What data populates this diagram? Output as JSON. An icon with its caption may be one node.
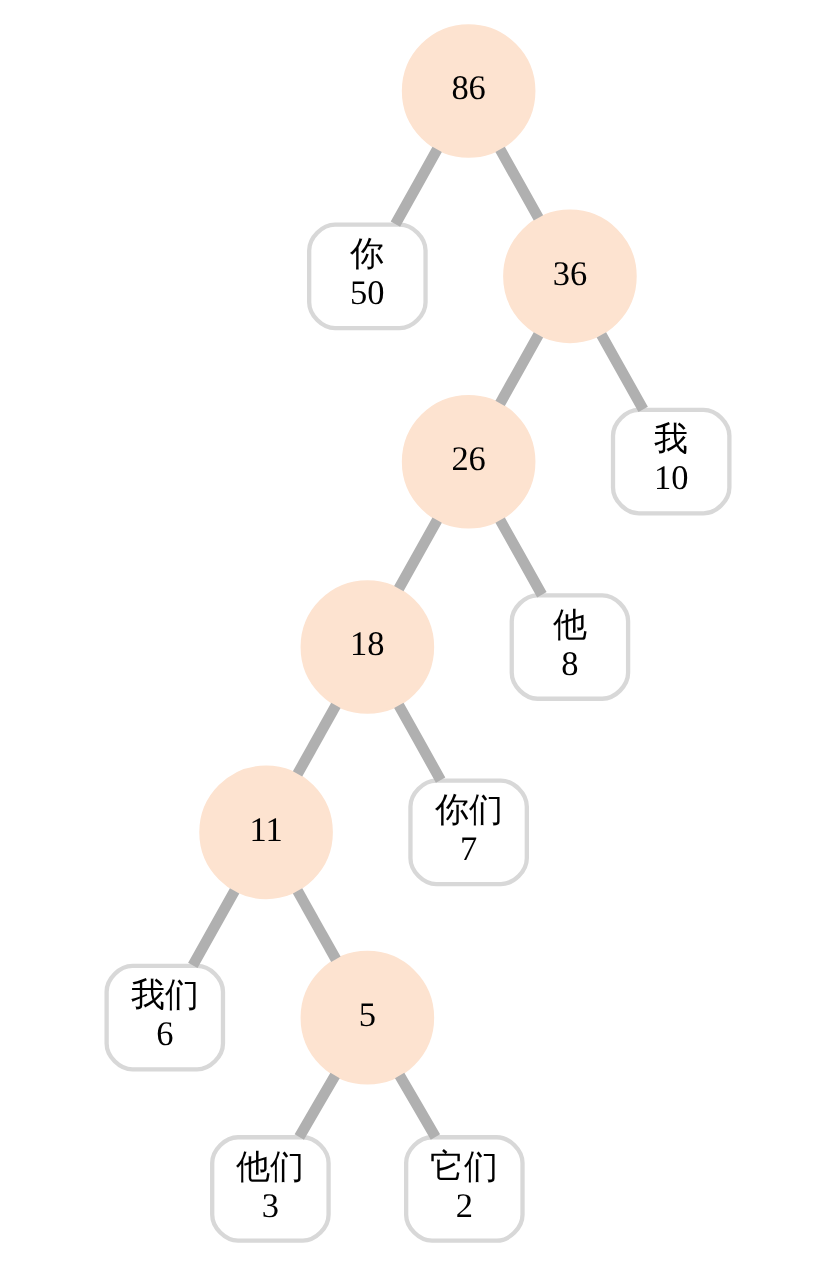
{
  "diagram": {
    "nodes": [
      {
        "text": [
          "86"
        ]
      },
      {
        "text": [
          "你",
          "50"
        ]
      },
      {
        "text": [
          "36"
        ]
      },
      {
        "text": [
          "26"
        ]
      },
      {
        "text": [
          "我",
          "10"
        ]
      },
      {
        "text": [
          "18"
        ]
      },
      {
        "text": [
          "他",
          "8"
        ]
      },
      {
        "text": [
          "11"
        ]
      },
      {
        "text": [
          "你们",
          "7"
        ]
      },
      {
        "text": [
          "我们",
          "6"
        ]
      },
      {
        "text": [
          "5"
        ]
      },
      {
        "text": [
          "他们",
          "3"
        ]
      },
      {
        "text": [
          "它们",
          "2"
        ]
      }
    ],
    "edges": [
      {
        "from": 0,
        "to": 1,
        "arrow": "none"
      },
      {
        "from": 0,
        "to": 2,
        "arrow": "none"
      },
      {
        "from": 2,
        "to": 3,
        "arrow": "none"
      },
      {
        "from": 2,
        "to": 4,
        "arrow": "none"
      },
      {
        "from": 3,
        "to": 5,
        "arrow": "none"
      },
      {
        "from": 3,
        "to": 6,
        "arrow": "none"
      },
      {
        "from": 5,
        "to": 7,
        "arrow": "none"
      },
      {
        "from": 5,
        "to": 8,
        "arrow": "none"
      },
      {
        "from": 7,
        "to": 9,
        "arrow": "none"
      },
      {
        "from": 7,
        "to": 10,
        "arrow": "none"
      },
      {
        "from": 10,
        "to": 11,
        "arrow": "none"
      },
      {
        "from": 10,
        "to": 12,
        "arrow": "none"
      }
    ]
  }
}
